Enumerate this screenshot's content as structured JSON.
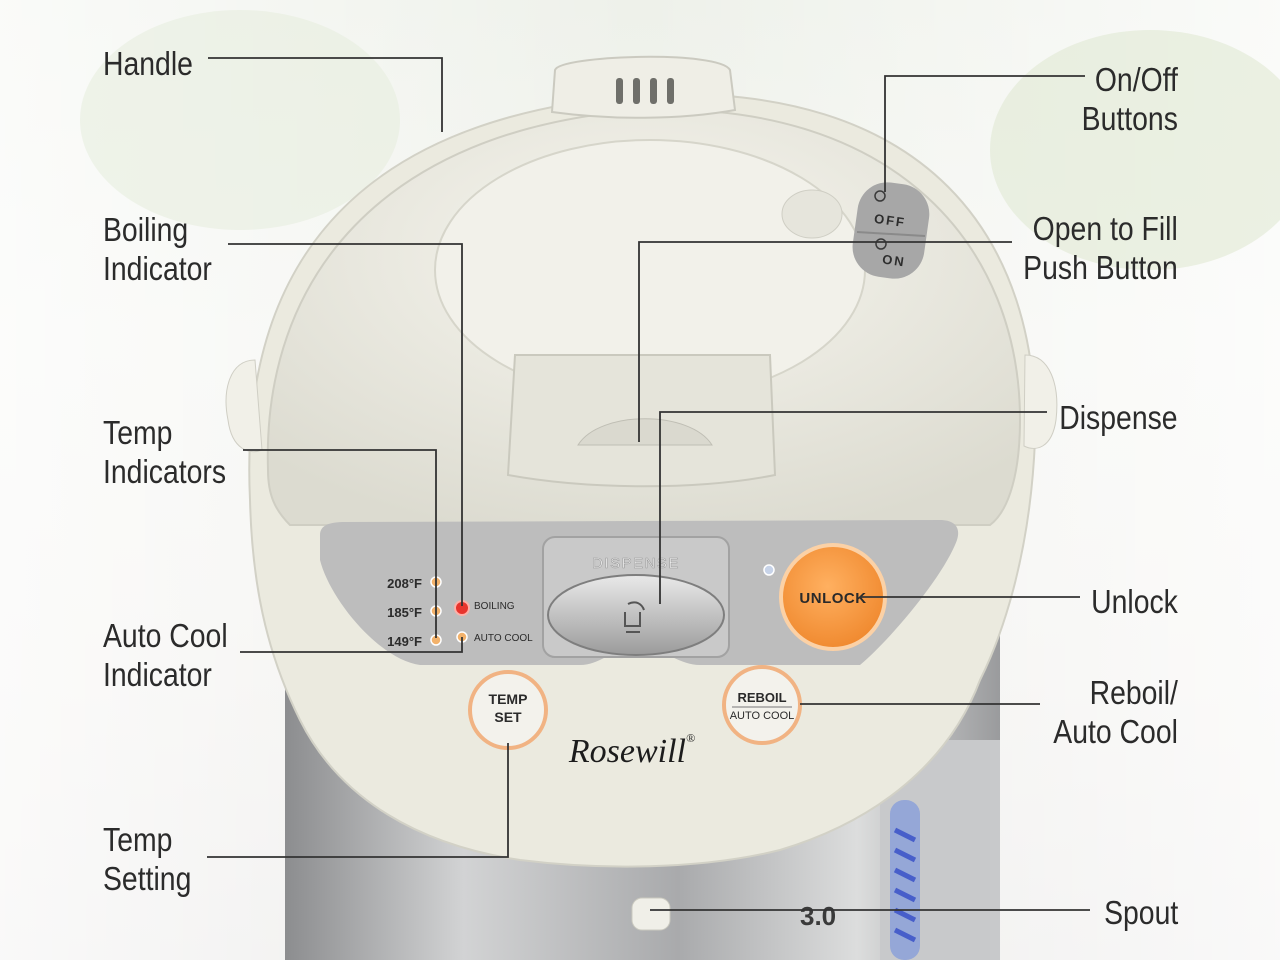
{
  "callouts": {
    "handle": {
      "line1": "Handle"
    },
    "on_off": {
      "line1": "On/Off",
      "line2": "Buttons"
    },
    "boiling_indicator": {
      "line1": "Boiling",
      "line2": "Indicator"
    },
    "open_to_fill": {
      "line1": "Open to Fill",
      "line2": "Push Button"
    },
    "temp_indicators": {
      "line1": "Temp",
      "line2": "Indicators"
    },
    "dispense": {
      "line1": "Dispense"
    },
    "auto_cool_indicator": {
      "line1": "Auto Cool",
      "line2": "Indicator"
    },
    "unlock": {
      "line1": "Unlock"
    },
    "reboil": {
      "line1": "Reboil/",
      "line2": "Auto Cool"
    },
    "temp_setting": {
      "line1": "Temp",
      "line2": "Setting"
    },
    "spout": {
      "line1": "Spout"
    }
  },
  "device": {
    "brand": "Rosewill",
    "trademark": "®",
    "switch_off": "OFF",
    "switch_on": "ON",
    "dispense_plate": "DISPENSE",
    "temps": [
      "208°F",
      "185°F",
      "149°F"
    ],
    "boiling_label": "BOILING",
    "auto_cool_label": "AUTO COOL",
    "unlock_label": "UNLOCK",
    "temp_set_line1": "TEMP",
    "temp_set_line2": "SET",
    "reboil_line1": "REBOIL",
    "reboil_line2": "AUTO COOL",
    "level_mark": "3.0"
  },
  "colors": {
    "body_cream": "#ecebe1",
    "panel_gray": "#bdbdbd",
    "unlock_orange": "#f6963f",
    "boiling_red": "#e8342d",
    "indicator_amber": "#f3b26b",
    "leader_line": "#333333"
  }
}
